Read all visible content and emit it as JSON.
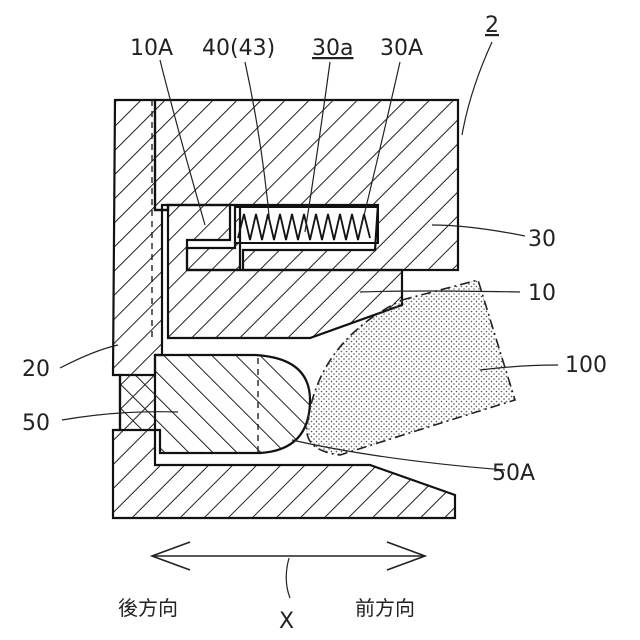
{
  "figure": {
    "ref_main": "2",
    "labels": {
      "l10A": "10A",
      "l40": "40(43)",
      "l30a": "30a",
      "l30A": "30A",
      "l30": "30",
      "l10": "10",
      "l100": "100",
      "l20": "20",
      "l50": "50",
      "l50A": "50A"
    },
    "direction": {
      "rear": "後方向",
      "front": "前方向",
      "axis": "X"
    },
    "colors": {
      "line": "#111111",
      "hatch": "#222222",
      "dots": "#555555"
    }
  }
}
